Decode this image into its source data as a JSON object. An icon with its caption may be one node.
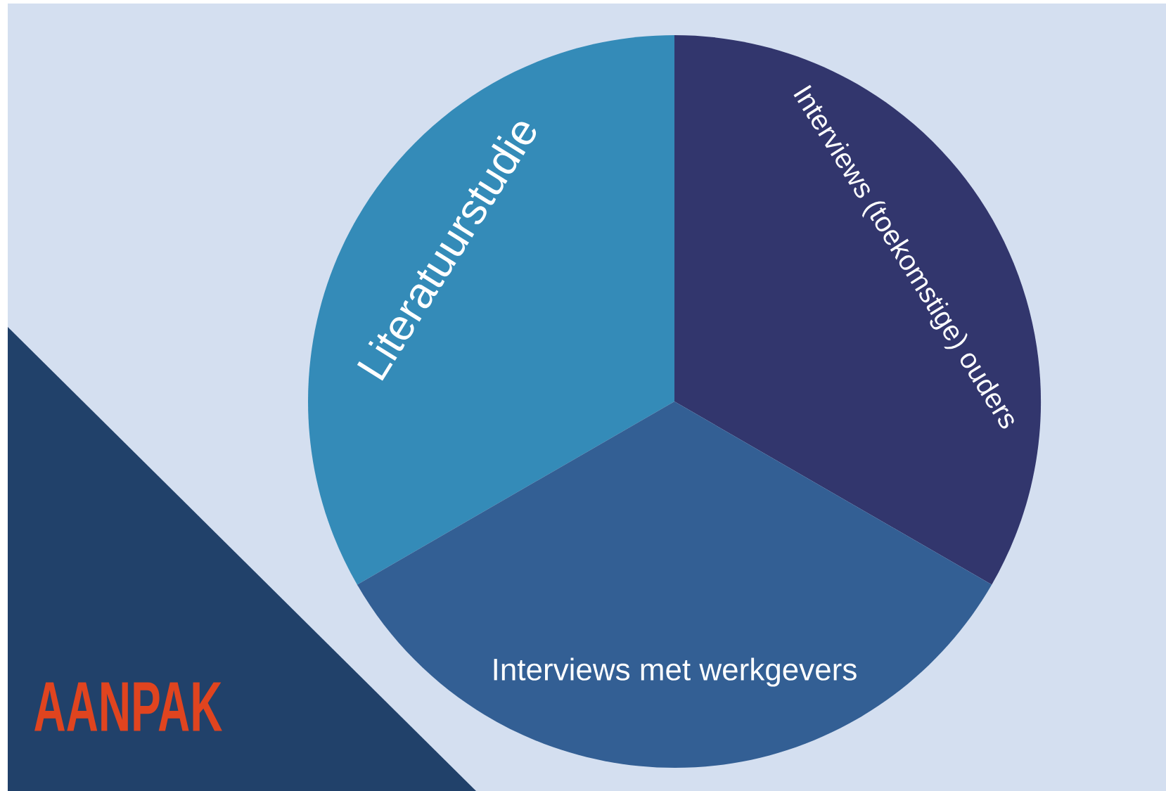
{
  "diagram": {
    "title": "AANPAK",
    "nodes": [
      {
        "text": [
          "Literatuurstudie"
        ]
      },
      {
        "text": [
          "Interviews (toekomstige) ouders"
        ]
      },
      {
        "text": [
          "Interviews met werkgevers"
        ]
      }
    ]
  }
}
